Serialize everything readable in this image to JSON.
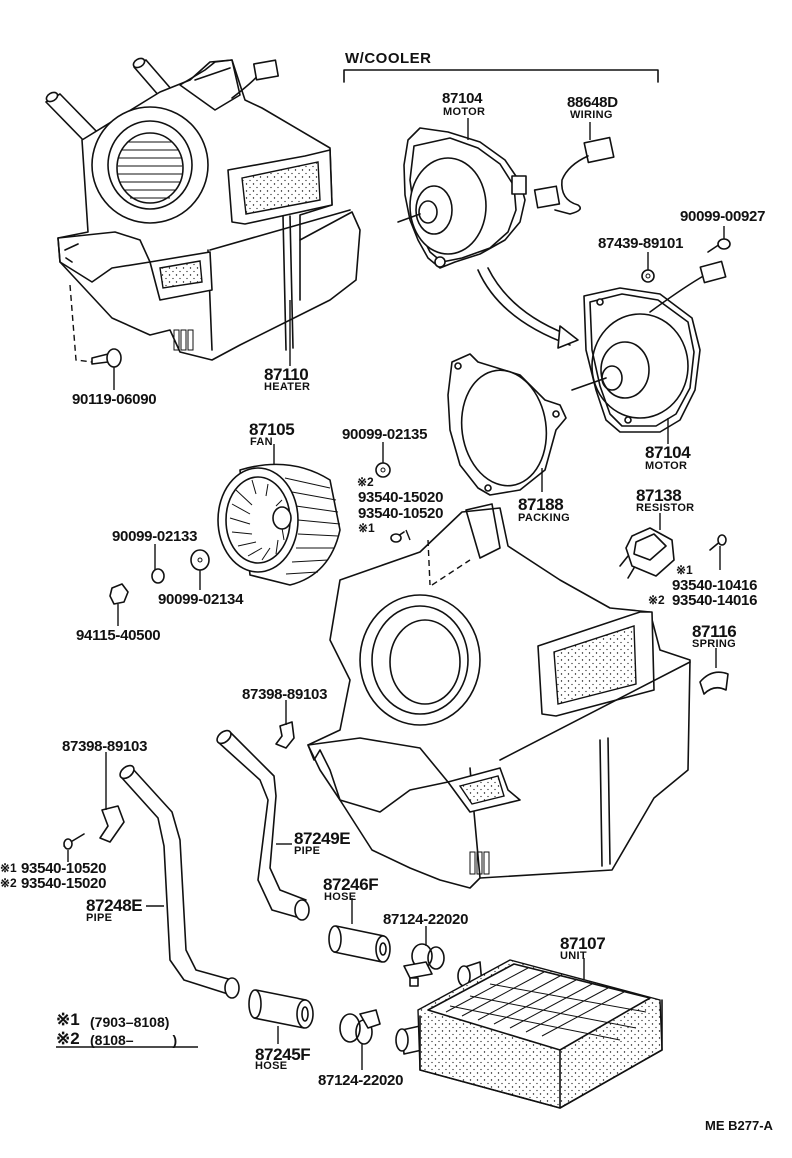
{
  "diagram": {
    "group_label": "W/COOLER",
    "reference_code": "ME B277-A",
    "legend": [
      {
        "mark": "※1",
        "range": "(7903–8108)"
      },
      {
        "mark": "※2",
        "range": "(8108–          )"
      }
    ],
    "parts": {
      "motor_top": {
        "number": "87104",
        "name": "MOTOR"
      },
      "wiring": {
        "number": "88648D",
        "name": "WIRING"
      },
      "screw_90099_00927": {
        "number": "90099-00927"
      },
      "grommet_87439": {
        "number": "87439-89101"
      },
      "motor_right": {
        "number": "87104",
        "name": "MOTOR"
      },
      "heater": {
        "number": "87110",
        "name": "HEATER"
      },
      "bolt_90119": {
        "number": "90119-06090"
      },
      "fan": {
        "number": "87105",
        "name": "FAN"
      },
      "washer_90099_02135": {
        "number": "90099-02135"
      },
      "screw_mid": {
        "mark2": "※2",
        "number_a": "93540-15020",
        "number_b": "93540-10520",
        "mark1": "※1"
      },
      "packing": {
        "number": "87188",
        "name": "PACKING"
      },
      "resistor": {
        "number": "87138",
        "name": "RESISTOR"
      },
      "screw_resistor": {
        "mark1": "※1",
        "number_a": "93540-10416",
        "mark2": "※2",
        "number_b": "93540-14016"
      },
      "washer_90099_02133": {
        "number": "90099-02133"
      },
      "washer_90099_02134": {
        "number": "90099-02134"
      },
      "nut_94115": {
        "number": "94115-40500"
      },
      "spring": {
        "number": "87116",
        "name": "SPRING"
      },
      "clamp_right": {
        "number": "87398-89103"
      },
      "clamp_left": {
        "number": "87398-89103"
      },
      "screw_left": {
        "mark1": "※1",
        "number_a": "93540-10520",
        "mark2": "※2",
        "number_b": "93540-15020"
      },
      "pipe_87249": {
        "number": "87249E",
        "name": "PIPE"
      },
      "pipe_87248": {
        "number": "87248E",
        "name": "PIPE"
      },
      "hose_87246": {
        "number": "87246F",
        "name": "HOSE"
      },
      "clip_upper": {
        "number": "87124-22020"
      },
      "unit": {
        "number": "87107",
        "name": "UNIT"
      },
      "hose_87245": {
        "number": "87245F",
        "name": "HOSE"
      },
      "clip_lower": {
        "number": "87124-22020"
      }
    }
  }
}
